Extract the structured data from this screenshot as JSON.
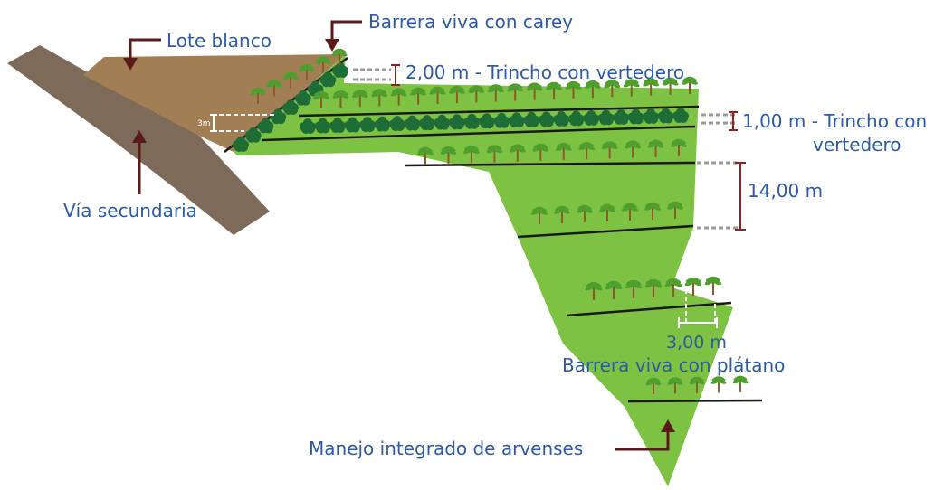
{
  "labels": {
    "lote_blanco": "Lote blanco",
    "barrera_carey": "Barrera viva con carey",
    "trincho_2m": "2,00 m - Trincho con vertedero",
    "trincho_1m_line1": "1,00 m - Trincho con",
    "trincho_1m_line2": "vertedero",
    "spacing_14m": "14,00 m",
    "via_secundaria": "Vía secundaria",
    "spacing_3m_small": "3m",
    "spacing_3m": "3,00 m",
    "barrera_platano": "Barrera viva con plátano",
    "manejo_arvenses": "Manejo integrado de arvenses"
  },
  "colors": {
    "field_green": "#7dc242",
    "soil_brown": "#a27e55",
    "road_brown": "#7e6a58",
    "hedge_green": "#1f6d36",
    "palm_green": "#4f9f2f",
    "trunk": "#8a5a2b",
    "arrow": "#5a1a1a",
    "dim_red": "#9b1c1c",
    "dash_gray": "#9a9a9a",
    "label_blue": "#2b5aa8"
  }
}
